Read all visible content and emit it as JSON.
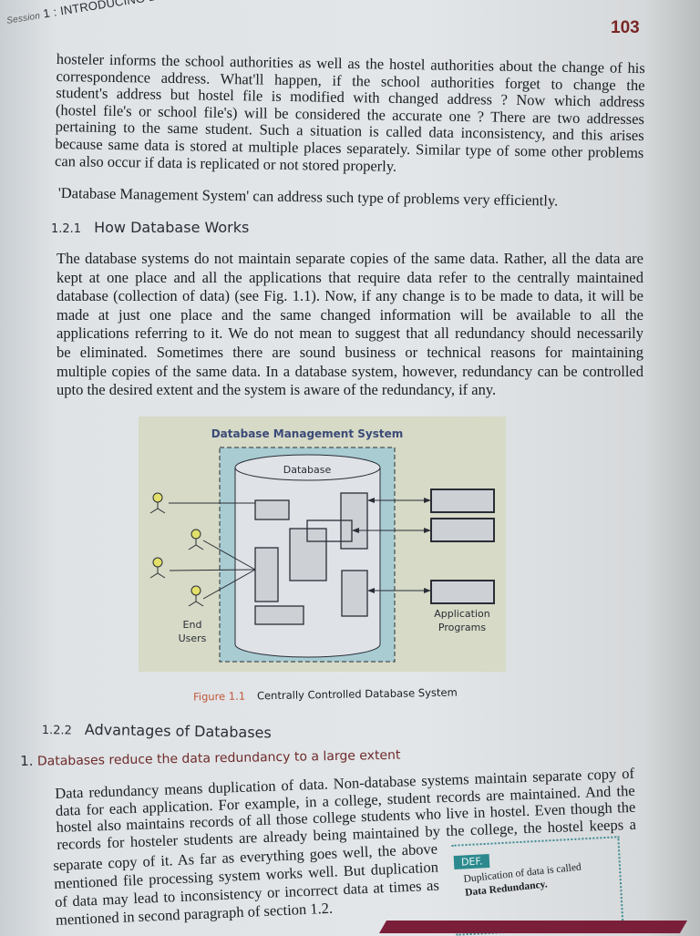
{
  "header": {
    "session_label": "Session",
    "session_num": "1 :",
    "title": "INTRODUCING DATABASES",
    "page_number": "103"
  },
  "para1": [
    "hosteler informs the school authorities as well as the hostel authorities about the change of his",
    "correspondence address. What'll happen, if the school authorities forget to change the",
    "student's address but hostel file is modified with changed address ? Now which address",
    "(hostel file's or school file's) will be considered the accurate one ? There are two addresses",
    "pertaining to the same student. Such a situation is called data inconsistency, and this arises",
    "because same data is stored at multiple places separately. Similar type of some other problems",
    "can also occur if data is replicated or not stored properly."
  ],
  "para1b": "'Database Management System' can address such type of problems very efficiently.",
  "section_121": {
    "number": "1.2.1",
    "title": "How Database Works"
  },
  "para2": [
    "The database systems do not maintain separate copies of the same data. Rather, all the data are",
    "kept at one place and all the applications that require data refer to the centrally maintained",
    "database (collection of data) (see Fig. 1.1). Now, if any change is to be made to data, it will be",
    "made at just one place and the same changed information will be available to all the",
    "applications referring to it. We do not mean to suggest that all redundancy should necessarily",
    "be eliminated. Sometimes there are sound business or technical reasons for maintaining",
    "multiple copies of the same data. In a database system, however, redundancy can be controlled",
    "upto the desired extent and the system is aware of the redundancy, if any."
  ],
  "figure": {
    "title": "Database Management System",
    "database_label": "Database",
    "end_users": [
      "End",
      "Users"
    ],
    "app_programs": [
      "Application",
      "Programs"
    ],
    "caption_num": "Figure 1.1",
    "caption": "Centrally Controlled Database System"
  },
  "section_122": {
    "number": "1.2.2",
    "title": "Advantages of Databases"
  },
  "item1": {
    "number": "1.",
    "title": "Databases reduce the data redundancy to a large extent"
  },
  "para3": [
    "Data redundancy means duplication of data. Non-database systems maintain separate copy of",
    "data for each application. For example, in a college, student records are maintained. And the",
    "hostel also maintains records of all those college students who live in hostel. Even though the",
    "records for hosteler students are already being maintained by the college, the hostel keeps a"
  ],
  "para3_short": [
    "separate copy of it. As far as everything goes well, the above",
    "mentioned file processing system works well. But duplication",
    "of data may lead to inconsistency or incorrect data at times as",
    "mentioned in second paragraph of section 1.2."
  ],
  "def_box": {
    "tag": "DEF.",
    "text": "Duplication of data is called",
    "term": "Data Redundancy."
  },
  "colors": {
    "page_number": "#7a2626",
    "figure_bg": "#d6dac6",
    "dbms_fill": "#a8ccd2",
    "user_head": "#e2e06a",
    "def_accent": "#2c8a8e"
  }
}
